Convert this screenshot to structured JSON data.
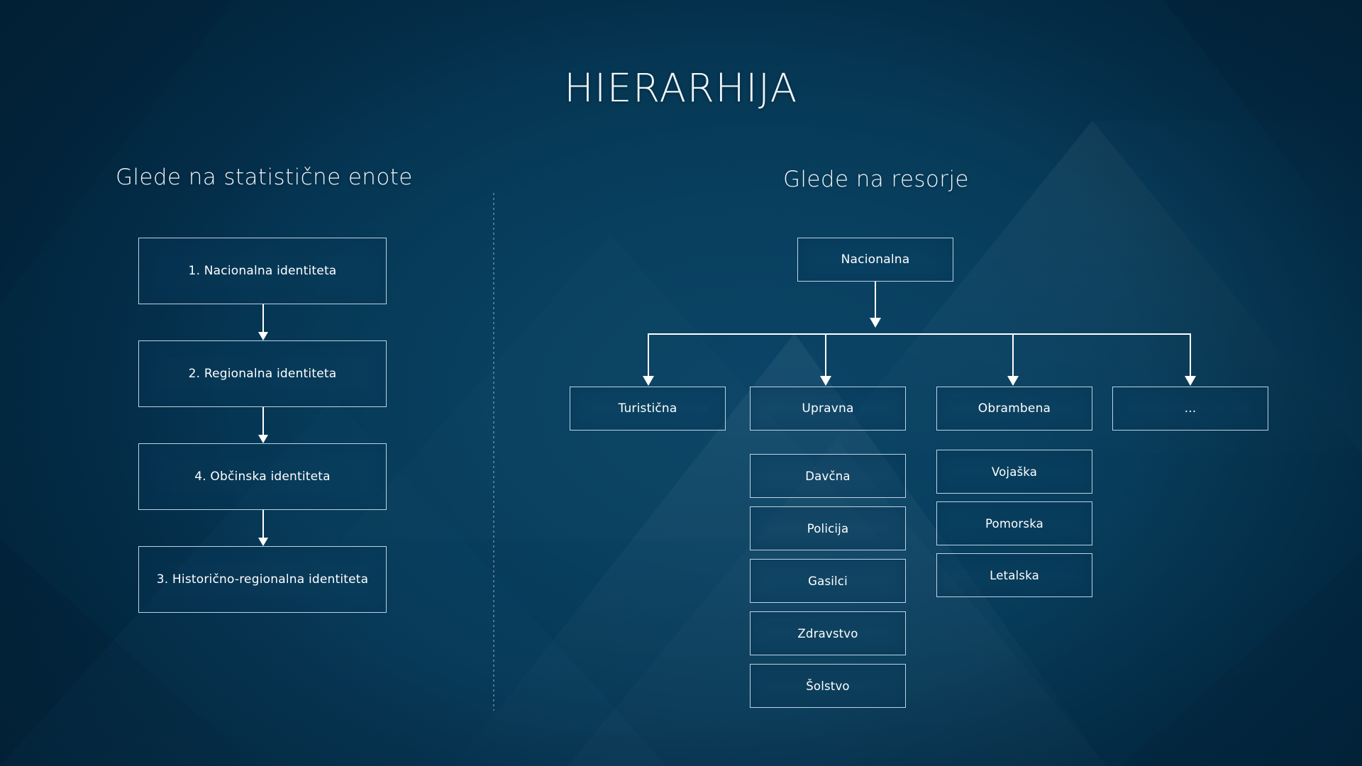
{
  "page": {
    "title": "HIERARHIJA",
    "background_color": "#03304f",
    "accent_color": "#b9d4e6",
    "text_color": "#ffffff"
  },
  "columns": {
    "left": {
      "heading": "Glede na statistične enote",
      "flow": [
        {
          "label": "1. Nacionalna identiteta"
        },
        {
          "label": "2. Regionalna identiteta"
        },
        {
          "label": "4. Občinska identiteta"
        },
        {
          "label": "3. Historično-regionalna identiteta"
        }
      ]
    },
    "right": {
      "heading": "Glede na resorje",
      "root": {
        "label": "Nacionalna"
      },
      "branches": [
        {
          "label": "Turistična",
          "children": []
        },
        {
          "label": "Upravna",
          "children": [
            "Davčna",
            "Policija",
            "Gasilci",
            "Zdravstvo",
            "Šolstvo"
          ]
        },
        {
          "label": "Obrambena",
          "children": [
            "Vojaška",
            "Pomorska",
            "Letalska"
          ]
        },
        {
          "label": "...",
          "children": []
        }
      ]
    }
  }
}
